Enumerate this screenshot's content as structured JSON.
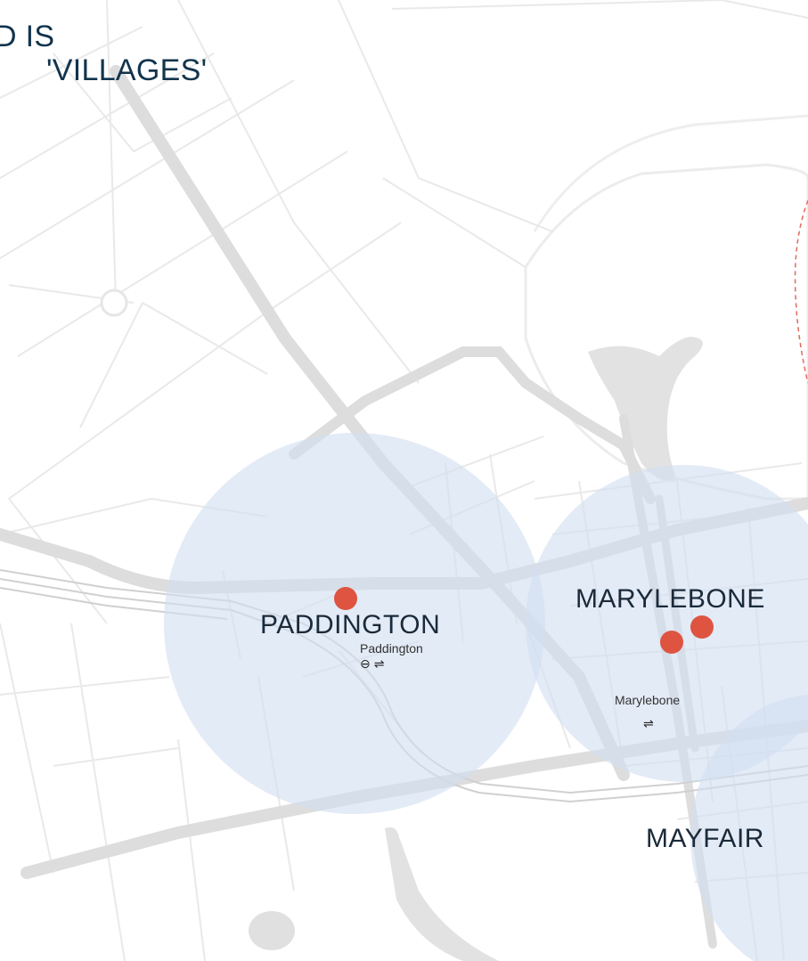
{
  "heading": {
    "line1": "D IS",
    "line2": "'VILLAGES'"
  },
  "areas": [
    {
      "id": "paddington",
      "name": "PADDINGTON"
    },
    {
      "id": "marylebone",
      "name": "MARYLEBONE"
    },
    {
      "id": "mayfair",
      "name": "MAYFAIR"
    }
  ],
  "stations": {
    "paddington": {
      "name": "Paddington",
      "icons": [
        "underground-roundel-icon",
        "national-rail-icon"
      ]
    },
    "marylebone": {
      "name": "Marylebone",
      "icons": [
        "national-rail-icon"
      ]
    }
  },
  "icon_glyphs": {
    "underground": "⊖",
    "rail": "⇌"
  },
  "colors": {
    "heading": "#12344d",
    "village_circle": "#d2def0",
    "marker": "#de5441",
    "road_major": "#dcdcdc",
    "road_minor": "#e6e6e6",
    "rail_line": "#cfcfcf",
    "park_outline": "#ececec",
    "water": "#dadada",
    "dashed_boundary": "#e06a58"
  }
}
